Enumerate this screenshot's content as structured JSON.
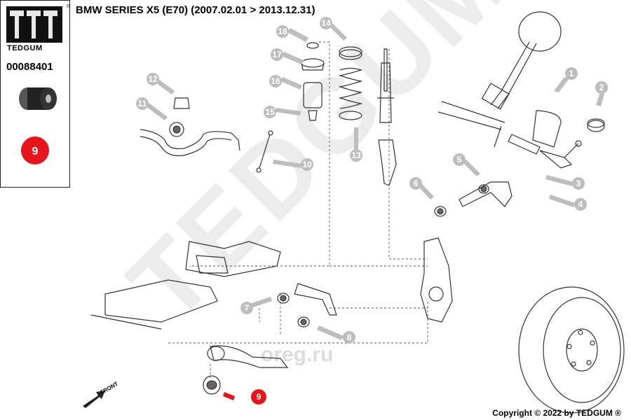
{
  "header": {
    "title": "BMW SERIES X5 (E70)  (2007.02.01 > 2013.12.31)"
  },
  "sidebar": {
    "brand": "TEDGUM",
    "registered_mark": "®",
    "part_number": "00088401",
    "highlight_number": "9"
  },
  "footer": {
    "copyright": "Copyright © 2022 by TEDGUM ®"
  },
  "direction_label": "FRONT",
  "watermarks": [
    "TEDGUM",
    "oreg.ru"
  ],
  "callouts": [
    "1",
    "2",
    "3",
    "4",
    "5",
    "6",
    "7",
    "8",
    "9",
    "10",
    "11",
    "12",
    "13",
    "14",
    "15",
    "16",
    "17",
    "18"
  ],
  "colors": {
    "highlight_badge": "#e8141b",
    "callout_grey": "#bdbdbd",
    "line": "#333333"
  }
}
